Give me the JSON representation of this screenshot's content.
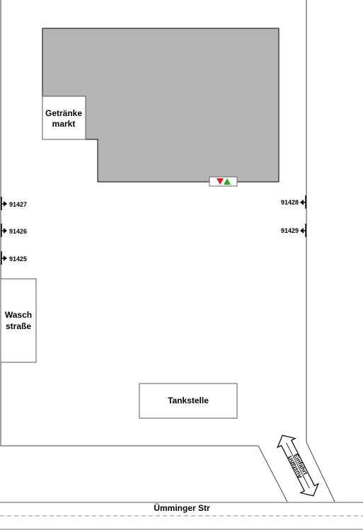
{
  "buildings": {
    "drinks_market": [
      "Getränke",
      "markt"
    ],
    "car_wash": [
      "Wasch",
      "straße"
    ],
    "gas_station": "Tankstelle"
  },
  "parking_markers": {
    "left": [
      "91427",
      "91426",
      "91425"
    ],
    "right": [
      "91428",
      "91429"
    ]
  },
  "entrance_exit": {
    "entry": "Einfahrt",
    "exit": "Ausfahrt"
  },
  "street": {
    "name": "Ümminger Str"
  },
  "colors": {
    "building_fill": "#b4b4b4",
    "arrow_down": "#e21a1a",
    "arrow_up": "#2aa82a",
    "outline": "#333333"
  },
  "icons": {
    "parking_marker": "arrow-right-bar",
    "escalator": "up-down-triangles"
  }
}
